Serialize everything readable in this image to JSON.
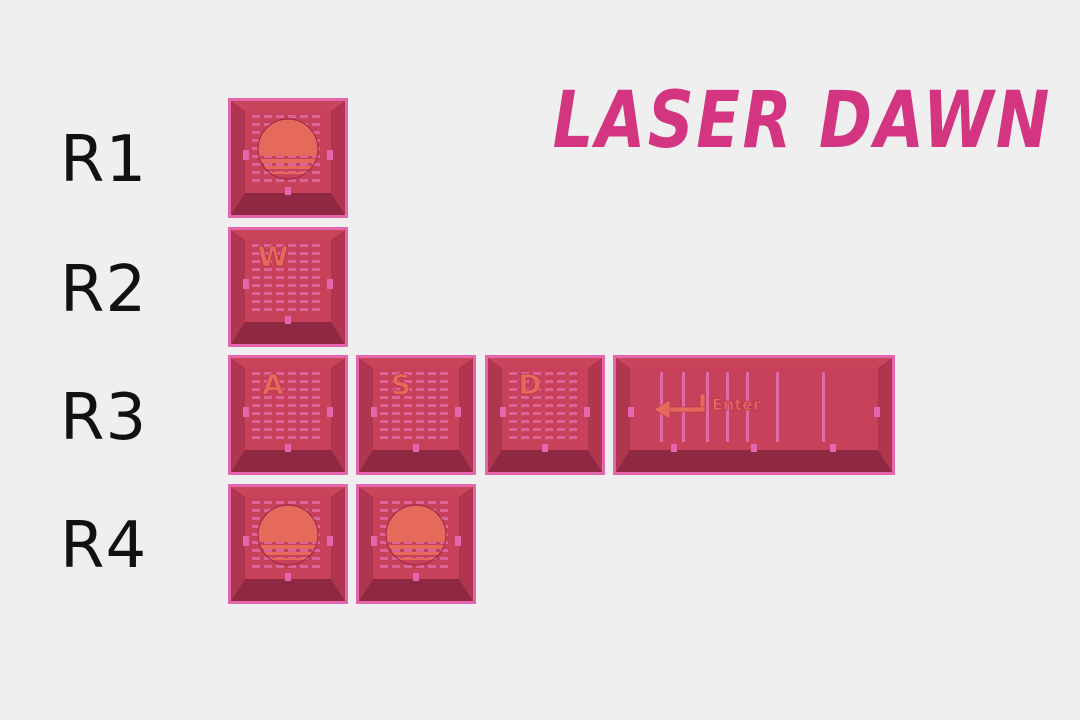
{
  "brand": {
    "title": "LASER DAWN",
    "color": "#d33580"
  },
  "rows": [
    {
      "label": "R1"
    },
    {
      "label": "R2"
    },
    {
      "label": "R3"
    },
    {
      "label": "R4"
    }
  ],
  "keys": {
    "r1_sun": {
      "legend": "",
      "icon": "sunset-icon"
    },
    "r2_w": {
      "legend": "W"
    },
    "r3_a": {
      "legend": "A"
    },
    "r3_s": {
      "legend": "S"
    },
    "r3_d": {
      "legend": "D"
    },
    "r3_enter": {
      "legend": "Enter",
      "icon": "return-arrow-icon"
    },
    "r4_sun_1": {
      "legend": "",
      "icon": "sunset-icon"
    },
    "r4_sun_2": {
      "legend": "",
      "icon": "sunset-icon"
    }
  },
  "colors": {
    "background": "#efefef",
    "keycap_body": "#b93a55",
    "keycap_top": "#cf4a5e",
    "keycap_border": "#e466ad",
    "legend": "#e66a5c"
  }
}
